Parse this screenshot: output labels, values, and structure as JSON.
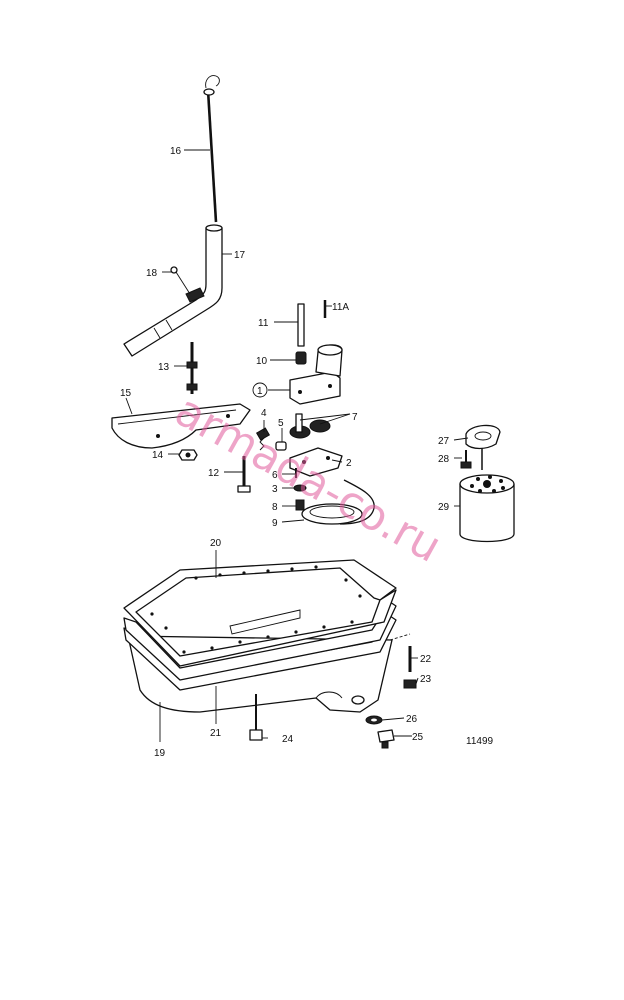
{
  "diagram": {
    "figure_number": "11499",
    "watermark": "armada-co.ru",
    "part_labels": {
      "p1": "1",
      "p2": "2",
      "p3": "3",
      "p4": "4",
      "p5": "5",
      "p6": "6",
      "p7": "7",
      "p8": "8",
      "p9": "9",
      "p10": "10",
      "p11": "11",
      "p11a": "11A",
      "p12": "12",
      "p13": "13",
      "p14": "14",
      "p15": "15",
      "p16": "16",
      "p17": "17",
      "p18": "18",
      "p19": "19",
      "p20": "20",
      "p21": "21",
      "p22": "22",
      "p23": "23",
      "p24": "24",
      "p25": "25",
      "p26": "26",
      "p27": "27",
      "p28": "28",
      "p29": "29"
    }
  }
}
